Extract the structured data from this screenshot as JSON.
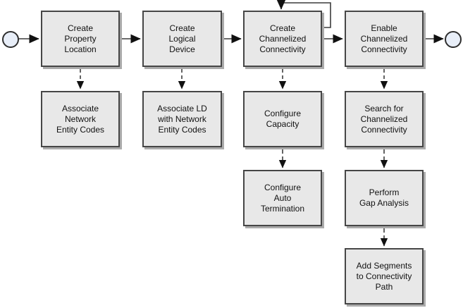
{
  "nodes": {
    "start": {
      "shape": "circle",
      "role": "start event"
    },
    "end": {
      "shape": "circle",
      "role": "end event"
    },
    "create_property_location": {
      "label": "Create\nProperty\nLocation"
    },
    "create_logical_device": {
      "label": "Create\nLogical\nDevice"
    },
    "create_channelized_connectivity": {
      "label": "Create\nChannelized\nConnectivity"
    },
    "enable_channelized_connectivity": {
      "label": "Enable\nChannelized\nConnectivity"
    },
    "associate_network_entity_codes": {
      "label": "Associate\nNetwork\nEntity Codes"
    },
    "associate_ld_with_network_entity_codes": {
      "label": "Associate LD\nwith Network\nEntity Codes"
    },
    "configure_capacity": {
      "label": "Configure\nCapacity"
    },
    "configure_auto_termination": {
      "label": "Configure\nAuto\nTermination"
    },
    "search_for_channelized_connectivity": {
      "label": "Search for\nChannelized\nConnectivity"
    },
    "perform_gap_analysis": {
      "label": "Perform\nGap Analysis"
    },
    "add_segments_to_connectivity_path": {
      "label": "Add Segments\nto Connectivity\nPath"
    }
  },
  "flow": {
    "solid_edges": [
      {
        "from": "start",
        "to": "create_property_location"
      },
      {
        "from": "create_property_location",
        "to": "create_logical_device"
      },
      {
        "from": "create_logical_device",
        "to": "create_channelized_connectivity"
      },
      {
        "from": "create_channelized_connectivity",
        "to": "create_channelized_connectivity",
        "note": "self-loop"
      },
      {
        "from": "create_channelized_connectivity",
        "to": "enable_channelized_connectivity"
      },
      {
        "from": "enable_channelized_connectivity",
        "to": "end"
      }
    ],
    "dashed_edges": [
      {
        "from": "create_property_location",
        "to": "associate_network_entity_codes"
      },
      {
        "from": "create_logical_device",
        "to": "associate_ld_with_network_entity_codes"
      },
      {
        "from": "create_channelized_connectivity",
        "to": "configure_capacity"
      },
      {
        "from": "configure_capacity",
        "to": "configure_auto_termination"
      },
      {
        "from": "enable_channelized_connectivity",
        "to": "search_for_channelized_connectivity"
      },
      {
        "from": "search_for_channelized_connectivity",
        "to": "perform_gap_analysis"
      },
      {
        "from": "perform_gap_analysis",
        "to": "add_segments_to_connectivity_path"
      }
    ]
  },
  "colors": {
    "box_fill": "#e8e8e8",
    "box_border": "#464646",
    "box_shadow": "#ababab",
    "circle_fill": "#e8eef8",
    "connector": "#3c3c3c",
    "arrowhead": "#111111",
    "text": "#111111",
    "background": "#ffffff"
  }
}
